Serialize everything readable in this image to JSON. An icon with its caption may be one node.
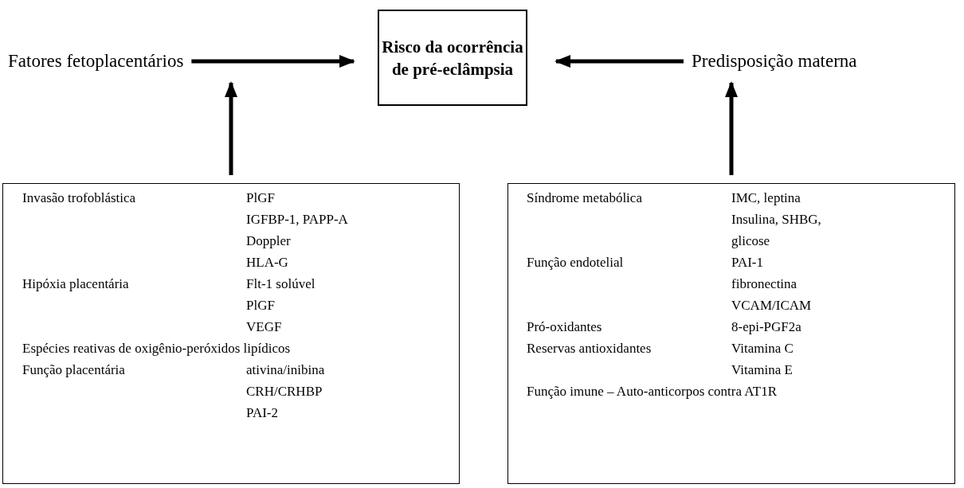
{
  "diagram": {
    "nodes": [
      {
        "text": [
          "Risco da ocorrência de pré-eclâmpsia"
        ]
      },
      {
        "text": [
          "Fatores fetoplacentários"
        ]
      },
      {
        "text": [
          "Predisposição materna"
        ]
      },
      {
        "text": [
          "Invasão trofoblástica",
          "PlGF",
          "IGFBP-1, PAPP-A",
          "Doppler",
          "HLA-G",
          "Hipóxia placentária",
          "Flt-1 solúvel",
          "PlGF",
          "VEGF",
          "Espécies reativas de oxigênio-peróxidos lipídicos",
          "Função placentária",
          "ativina/inibina",
          "CRH/CRHBP",
          "PAI-2"
        ]
      },
      {
        "text": [
          "Síndrome metabólica",
          "IMC, leptina",
          "Insulina, SHBG, glicose",
          "Função endotelial",
          "PAI-1",
          "fibronectina",
          "VCAM/ICAM",
          "Pró-oxidantes",
          "8-epi-PGF2a",
          "Reservas antioxidantes",
          "Vitamina C",
          "Vitamina E",
          "Função imune – Auto-anticorpos contra AT1R"
        ]
      }
    ],
    "edges": [
      {
        "from": 1,
        "to": 0,
        "arrow": "to"
      },
      {
        "from": 2,
        "to": 0,
        "arrow": "to"
      },
      {
        "from": 3,
        "to": 1,
        "arrow": "to"
      },
      {
        "from": 4,
        "to": 2,
        "arrow": "to"
      }
    ]
  }
}
